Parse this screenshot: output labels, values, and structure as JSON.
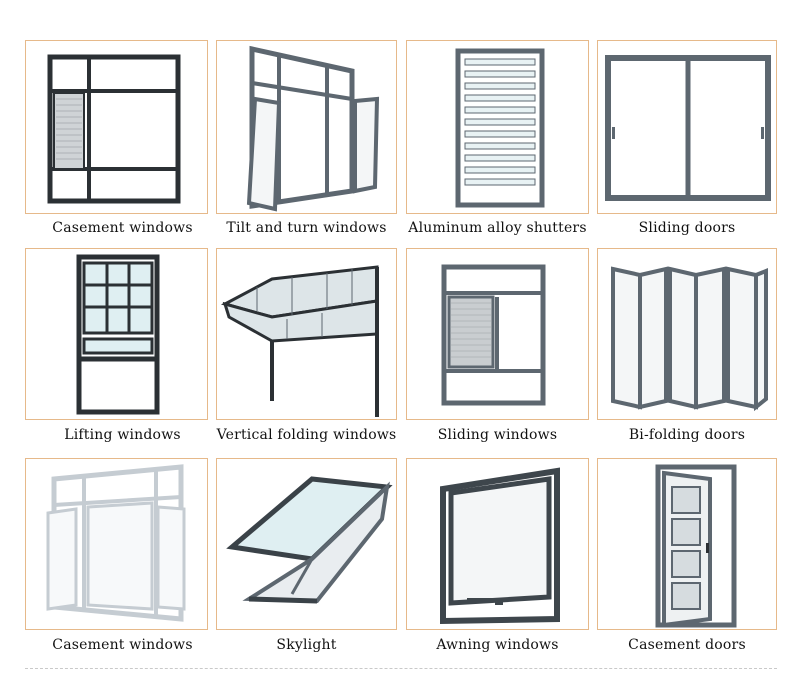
{
  "items": [
    {
      "label": "Casement windows"
    },
    {
      "label": "Tilt and turn windows"
    },
    {
      "label": "Aluminum alloy shutters"
    },
    {
      "label": "Sliding doors"
    },
    {
      "label": "Lifting windows"
    },
    {
      "label": "Vertical folding windows"
    },
    {
      "label": "Sliding windows"
    },
    {
      "label": "Bi-folding doors"
    },
    {
      "label": "Casement windows"
    },
    {
      "label": "Skylight"
    },
    {
      "label": "Awning windows"
    },
    {
      "label": "Casement doors"
    }
  ],
  "colors": {
    "border": "#e6b98a",
    "frame_dark": "#2b3034",
    "frame_grey": "#5d6770",
    "frame_white": "#e9edf0",
    "glass": "#dfeff2"
  }
}
